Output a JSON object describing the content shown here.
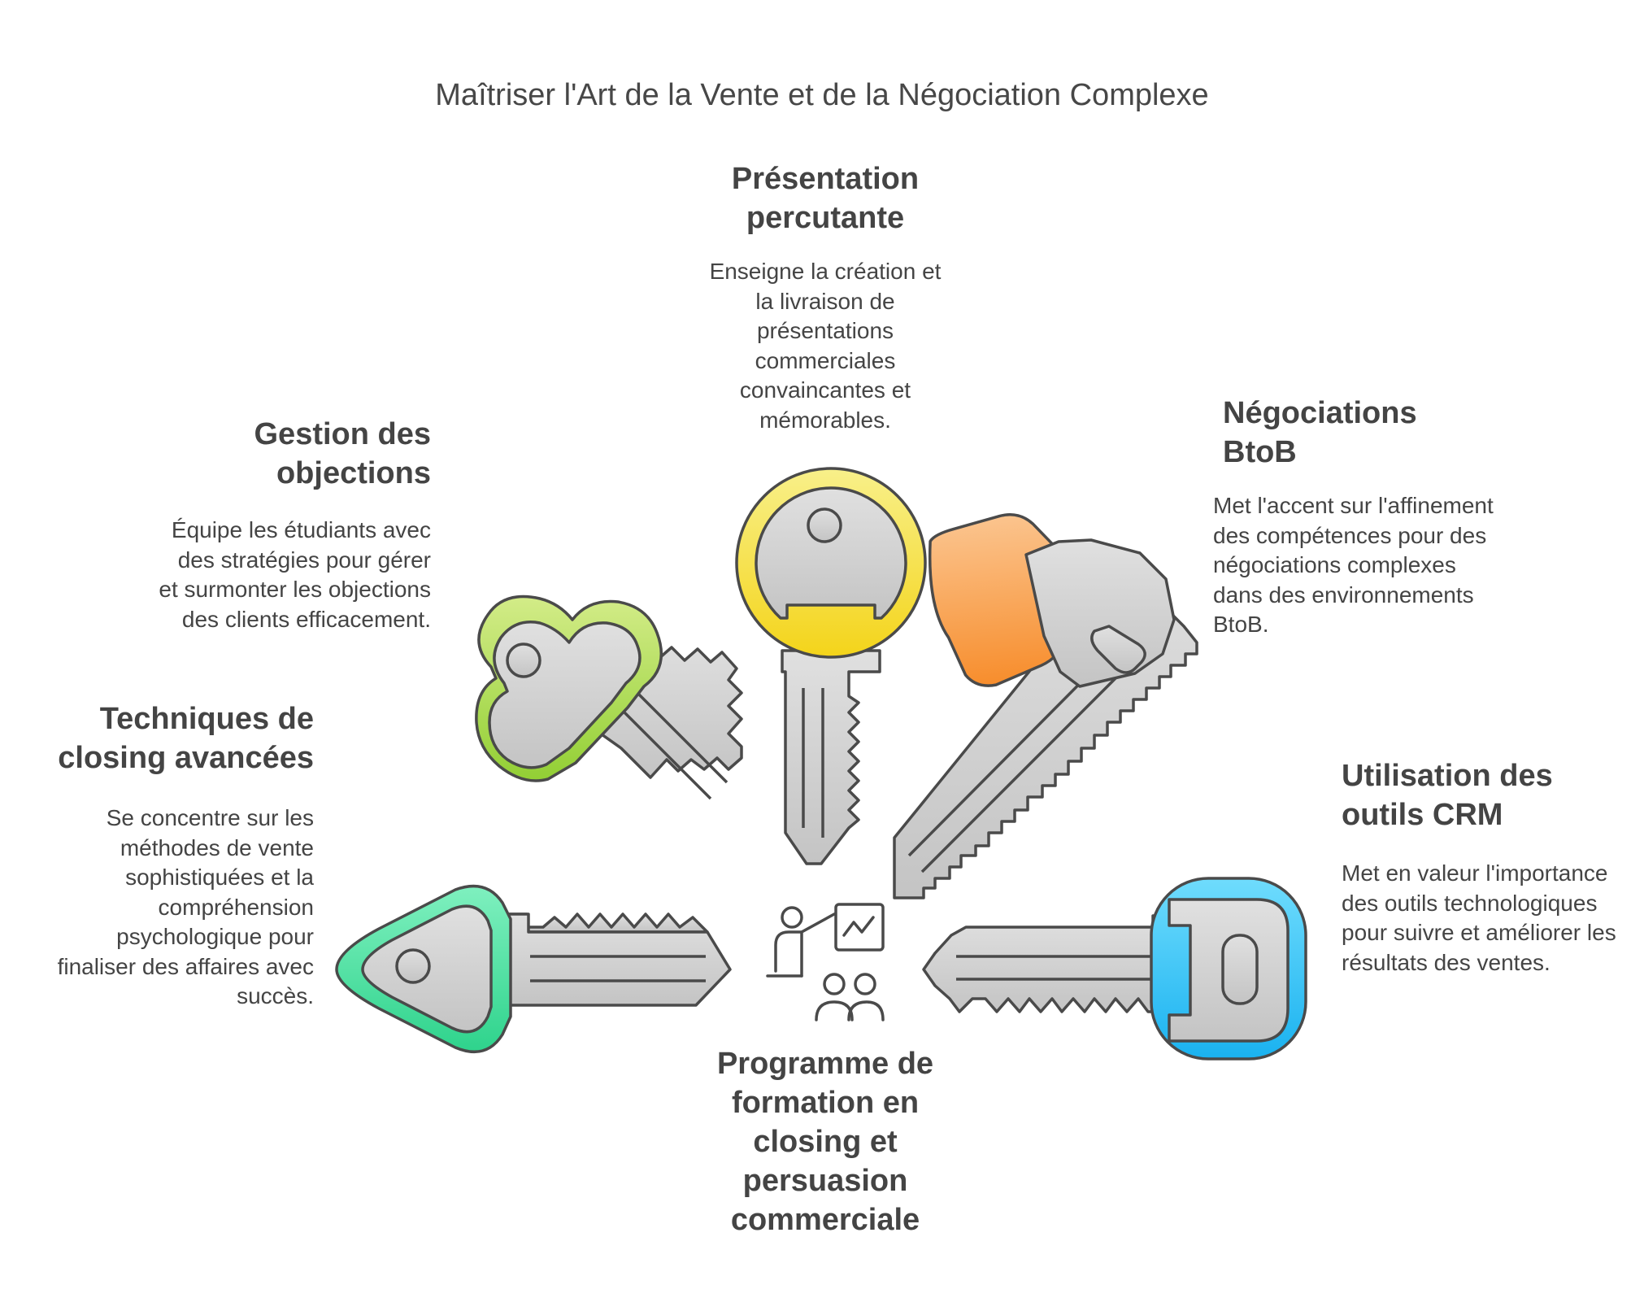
{
  "title": "Maîtriser l'Art de la Vente et de la Négociation Complexe",
  "center": {
    "label": "Programme de formation en closing et persuasion commerciale",
    "icon": "presentation-audience-icon"
  },
  "keys": [
    {
      "id": "presentation",
      "heading": "Présentation percutante",
      "description": "Enseigne la création et la livraison de présentations commerciales convaincantes et mémorables.",
      "color": "#f4dc2c",
      "icon": "yellow-round-key"
    },
    {
      "id": "negociations",
      "heading": "Négociations BtoB",
      "description": "Met l'accent sur l'affinement des compétences pour des négociations complexes dans des environnements BtoB.",
      "color": "#f79a3c",
      "icon": "orange-hexagon-key"
    },
    {
      "id": "crm",
      "heading": "Utilisation des outils CRM",
      "description": "Met en valeur l'importance des outils technologiques pour suivre et améliorer les résultats des ventes.",
      "color": "#29b9f2",
      "icon": "blue-rounded-key"
    },
    {
      "id": "objections",
      "heading": "Gestion des objections",
      "description": "Équipe les étudiants avec des stratégies pour gérer et surmonter les objections des clients efficacement.",
      "color": "#a8d84a",
      "icon": "green-clover-key"
    },
    {
      "id": "closing",
      "heading": "Techniques de closing avancées",
      "description": "Se concentre sur les méthodes de vente sophistiquées et la compréhension psychologique pour finaliser des affaires avec succès.",
      "color": "#3ed99a",
      "icon": "teal-diamond-key"
    }
  ]
}
